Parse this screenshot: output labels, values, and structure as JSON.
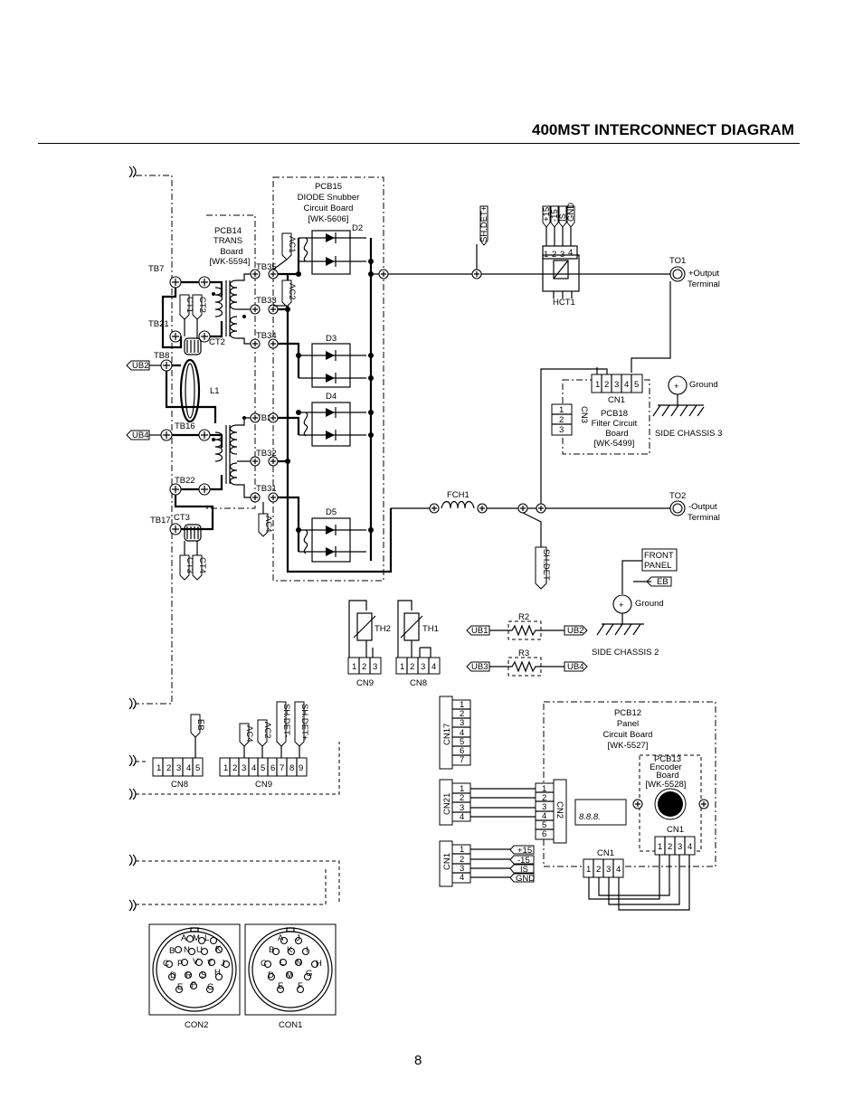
{
  "title": "400MST  INTERCONNECT DIAGRAM",
  "page_number": "8",
  "boards": {
    "pcb15": [
      "PCB15",
      "DIODE Snubber",
      "Circuit Board",
      "[WK-5606]"
    ],
    "pcb14": [
      "PCB14",
      "TRANS",
      "Board",
      "[WK-5594]"
    ],
    "pcb18": [
      "PCB18",
      "Filter Circuit",
      "Board",
      "[WK-5499]"
    ],
    "pcb12": [
      "PCB12",
      "Panel",
      "Circuit Board",
      "[WK-5527]"
    ],
    "pcb13": [
      "PCB13",
      "Encoder",
      "Board",
      "[WK-5528]"
    ]
  },
  "diodes": [
    "D2",
    "D3",
    "D4",
    "D5"
  ],
  "terminals": {
    "tb_left": [
      "TB7",
      "TB21",
      "TB8",
      "TB16",
      "TB22",
      "TB17"
    ],
    "tb_mid": [
      "TB35",
      "TB33",
      "TB34",
      "TB30",
      "TB32",
      "TB31"
    ]
  },
  "parts": {
    "ct2": "CT2",
    "ct3": "CT3",
    "l1": "L1",
    "hct1": "HCT1",
    "fch1": "FCH1",
    "r2": "R2",
    "r3": "R3",
    "th1": "TH1",
    "th2": "TH2"
  },
  "tags": {
    "ac1": "AC1",
    "ac2": "AC2",
    "ac4": "AC4",
    "ct1": "CT1",
    "ct2": "CT2",
    "ct3": "CT3",
    "ct4": "CT4",
    "ub1": "UB1",
    "ub2": "UB2",
    "ub3": "UB3",
    "ub4": "UB4",
    "eb": "EB",
    "shdet_plus": "SH.DET+",
    "shdet_minus": "SH.DET-",
    "hct_pins": [
      "+15",
      "-15",
      "IS",
      "GND"
    ],
    "cn1_pins": [
      "+15",
      "-15",
      "IS",
      "GND"
    ]
  },
  "outputs": {
    "to1": "TO1",
    "to1_label": [
      "+Output",
      "Terminal"
    ],
    "to2": "TO2",
    "to2_label": [
      "-Output",
      "Terminal"
    ]
  },
  "ground": {
    "ground": "Ground",
    "chassis3": "SIDE CHASSIS 3",
    "chassis2": "SIDE CHASSIS 2",
    "front_panel": [
      "FRONT",
      "PANEL"
    ]
  },
  "connectors": {
    "cn1": "CN1",
    "cn2": "CN2",
    "cn3": "CN3",
    "cn8": "CN8",
    "cn9": "CN9",
    "cn17": "CN17",
    "cn21": "CN21",
    "con1": "CON1",
    "con2": "CON2"
  },
  "pins": [
    "1",
    "2",
    "3",
    "4",
    "5",
    "6",
    "7",
    "8",
    "9"
  ],
  "display_digits": "8.8.8.",
  "con2_letters": [
    "A",
    "M",
    "L",
    "B",
    "N",
    "U",
    "K",
    "C",
    "P",
    "V",
    "T",
    "J",
    "D",
    "R",
    "S",
    "H",
    "E",
    "F",
    "G"
  ],
  "con1_letters": [
    "A",
    "J",
    "B",
    "K",
    "I",
    "C",
    "L",
    "N",
    "H",
    "D",
    "M",
    "G",
    "E",
    "F"
  ]
}
